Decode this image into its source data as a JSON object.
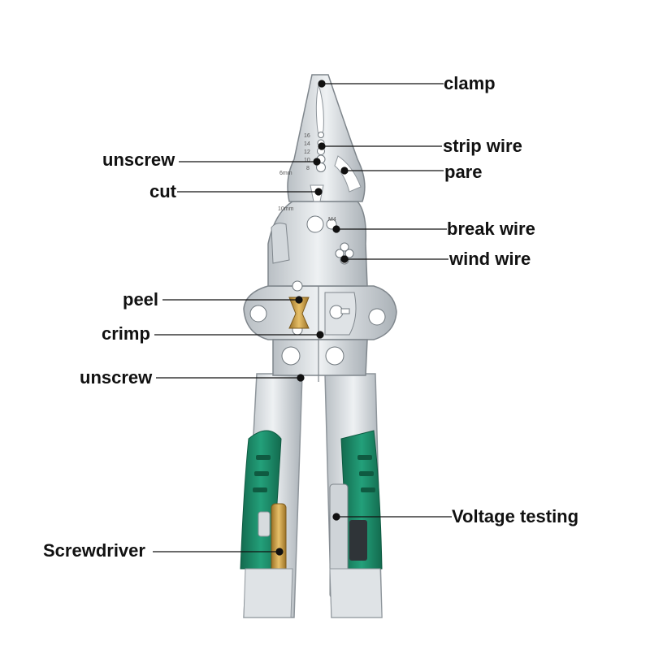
{
  "labels": {
    "clamp": "clamp",
    "strip_wire": "strip wire",
    "pare": "pare",
    "unscrew_top": "unscrew",
    "cut": "cut",
    "break_wire": "break wire",
    "wind_wire": "wind wire",
    "peel": "peel",
    "crimp": "crimp",
    "unscrew_bottom": "unscrew",
    "voltage_testing": "Voltage testing",
    "screwdriver": "Screwdriver"
  },
  "tool_markings": {
    "gauge_16": "16",
    "gauge_14": "14",
    "gauge_12": "12",
    "gauge_10": "10",
    "gauge_8": "8",
    "size_6mm": "6mm",
    "size_10mm": "10mm",
    "thread_m4": "M4"
  },
  "colors": {
    "steel_light": "#e9ecee",
    "steel_mid": "#c7ccd0",
    "steel_dark": "#8e959b",
    "grip_green": "#1f8a68",
    "grip_dark": "#136a4e",
    "brass": "#c99a3c",
    "blue": "#2f7fd6",
    "line": "#111111"
  }
}
